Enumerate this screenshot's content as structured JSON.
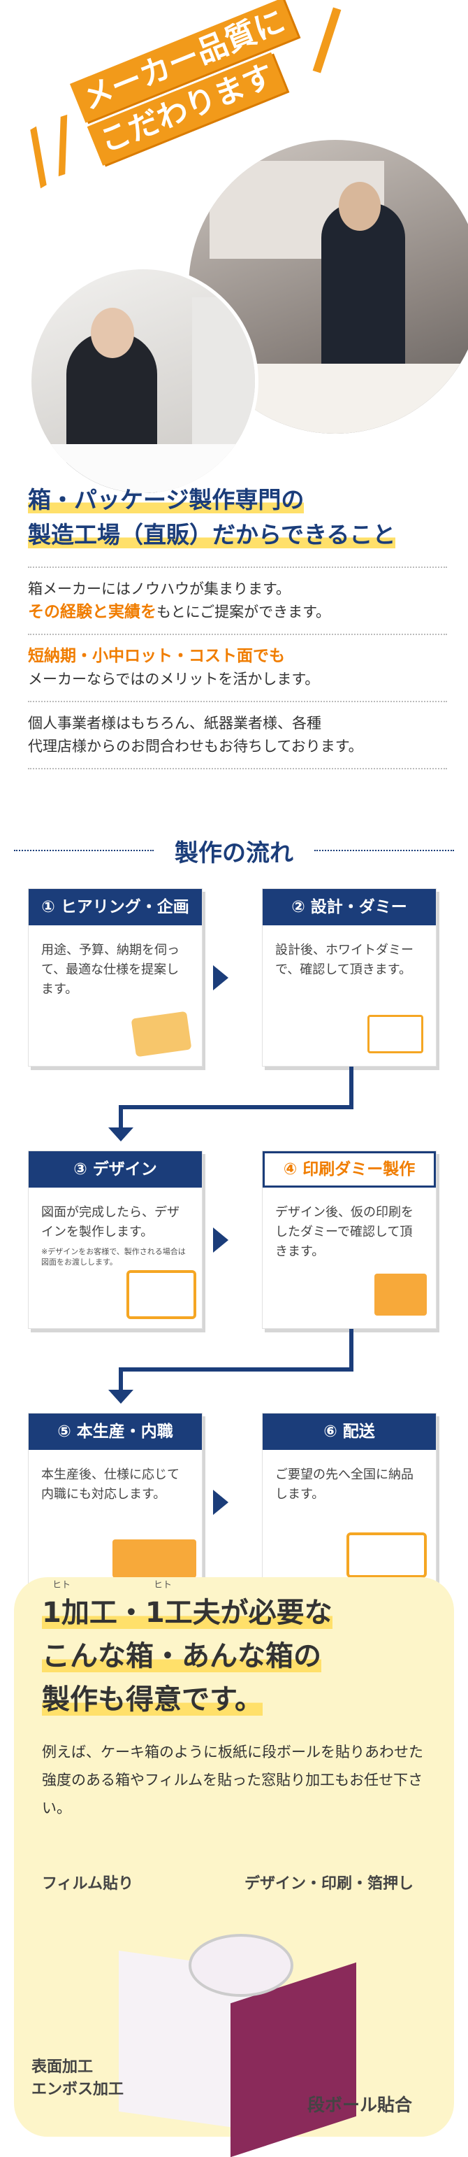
{
  "hero": {
    "headline_line1": "メーカー品質に",
    "headline_line2": "こだわります"
  },
  "intro": {
    "title_line1": "箱・パッケージ製作専門の",
    "title_line2": "製造工場（直販）だからできること",
    "p1_line1": "箱メーカーにはノウハウが集まります。",
    "p1_line2": "その経験と実績を",
    "p1_line2_rest": "もとにご提案ができます。",
    "p2_line1": "短納期・小中ロット・コスト面でも",
    "p2_line2": "メーカーならではのメリットを活かします。",
    "p3_line1": "個人事業者様はもちろん、紙器業者様、各種",
    "p3_line2": "代理店様からのお問合わせもお待ちしております。"
  },
  "flow": {
    "title": "製作の流れ",
    "steps": [
      {
        "title": "① ヒアリング・企画",
        "body": "用途、予算、納期を伺って、最適な仕様を提案します。",
        "note": ""
      },
      {
        "title": "② 設計・ダミー",
        "body": "設計後、ホワイトダミーで、確認して頂きます。",
        "note": ""
      },
      {
        "title": "③ デザイン",
        "body": "図面が完成したら、デザインを製作します。",
        "note": "※デザインをお客様で、製作される場合は図面をお渡しします。"
      },
      {
        "title": "④ 印刷ダミー製作",
        "body": "デザイン後、仮の印刷をしたダミーで確認して頂きます。",
        "note": ""
      },
      {
        "title": "⑤ 本生産・内職",
        "body": "本生産後、仕様に応じて内職にも対応します。",
        "note": ""
      },
      {
        "title": "⑥ 配送",
        "body": "ご要望の先へ全国に納品します。",
        "note": ""
      }
    ]
  },
  "bottom": {
    "ruby1": "ヒト",
    "ruby2": "ヒト",
    "line1": "1加工・1工夫が必要な",
    "line2": "こんな箱・あんな箱の",
    "line3": "製作も得意です。",
    "desc": "例えば、ケーキ箱のように板紙に段ボールを貼りあわせた強度のある箱やフィルムを貼った窓貼り加工もお任せ下さい。",
    "label_film": "フィルム貼り",
    "label_design": "デザイン・印刷・箔押し",
    "label_surface1": "表面加工",
    "label_surface2": "エンボス加工",
    "label_cardboard": "段ボール貼合"
  },
  "colors": {
    "navy": "#1b3d7a",
    "orange": "#f07d00",
    "yellow": "#ffe06a",
    "cream": "#fdf5c9"
  }
}
